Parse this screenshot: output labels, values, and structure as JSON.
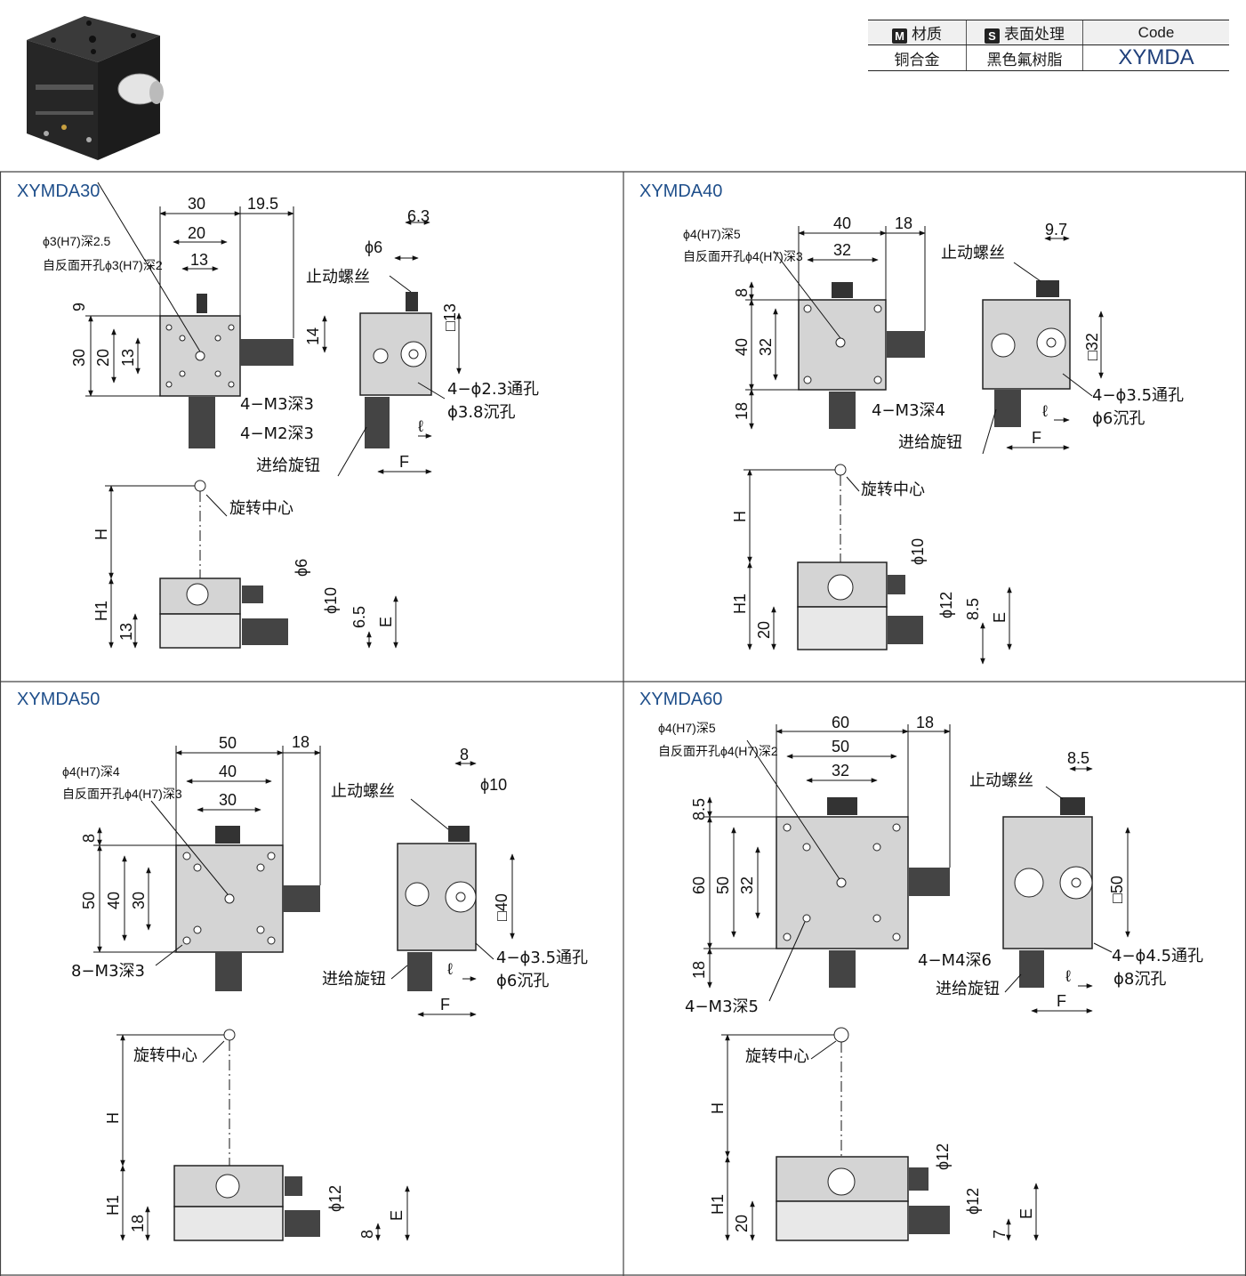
{
  "spec_table": {
    "material_header": "材质",
    "material_badge": "M",
    "surface_header": "表面处理",
    "surface_badge": "S",
    "code_header": "Code",
    "material_value": "铜合金",
    "surface_value": "黑色氟树脂",
    "code_value": "XYMDA"
  },
  "colors": {
    "title_blue": "#1f4f8b",
    "code_blue": "#1f3f7a",
    "body_gray": "#d4d4d4",
    "knob_dark": "#333333"
  },
  "panels": [
    {
      "title": "XYMDA30",
      "pin_note_1": "ϕ3(H7)深2.5",
      "pin_note_2": "自反面开孔ϕ3(H7)深2",
      "dims_top": [
        "30",
        "20",
        "13",
        "19.5"
      ],
      "dims_left": [
        "9",
        "30",
        "20",
        "13"
      ],
      "dim_knob": "14",
      "side_dims": [
        "6.3",
        "ϕ6",
        "□13"
      ],
      "stop_screw": "止动螺丝",
      "hole_note_1": "4−ϕ2.3通孔",
      "hole_note_2": "ϕ3.8沉孔",
      "tap_a": "4−M3深3",
      "tap_b": "4−M2深3",
      "feed_knob": "进给旋钮",
      "dim_l": "ℓ",
      "dim_f": "F",
      "rot_center": "旋转中心",
      "dim_h": "H",
      "dim_h1": "H1",
      "front_dims": [
        "13",
        "ϕ6",
        "ϕ10",
        "6.5",
        "E"
      ]
    },
    {
      "title": "XYMDA40",
      "pin_note_1": "ϕ4(H7)深5",
      "pin_note_2": "自反面开孔ϕ4(H7)深3",
      "dims_top": [
        "40",
        "32",
        "18"
      ],
      "dims_left": [
        "8",
        "40",
        "32",
        "18"
      ],
      "side_dims": [
        "9.7",
        "□32"
      ],
      "stop_screw": "止动螺丝",
      "hole_note_1": "4−ϕ3.5通孔",
      "hole_note_2": "ϕ6沉孔",
      "tap_a": "4−M3深4",
      "feed_knob": "进给旋钮",
      "dim_l": "ℓ",
      "dim_f": "F",
      "rot_center": "旋转中心",
      "dim_h": "H",
      "dim_h1": "H1",
      "front_dims": [
        "20",
        "ϕ10",
        "ϕ12",
        "8.5",
        "E"
      ]
    },
    {
      "title": "XYMDA50",
      "pin_note_1": "ϕ4(H7)深4",
      "pin_note_2": "自反面开孔ϕ4(H7)深3",
      "dims_top": [
        "50",
        "40",
        "30",
        "18"
      ],
      "dims_left": [
        "8",
        "50",
        "40",
        "30"
      ],
      "side_dims": [
        "8",
        "ϕ10",
        "□40"
      ],
      "stop_screw": "止动螺丝",
      "hole_note_1": "4−ϕ3.5通孔",
      "hole_note_2": "ϕ6沉孔",
      "tap_a": "8−M3深3",
      "feed_knob": "进给旋钮",
      "dim_l": "ℓ",
      "dim_f": "F",
      "rot_center": "旋转中心",
      "dim_h": "H",
      "dim_h1": "H1",
      "front_dims": [
        "18",
        "ϕ12",
        "8",
        "E"
      ]
    },
    {
      "title": "XYMDA60",
      "pin_note_1": "ϕ4(H7)深5",
      "pin_note_2": "自反面开孔ϕ4(H7)深2",
      "dims_top": [
        "60",
        "50",
        "32",
        "18"
      ],
      "dims_left": [
        "8.5",
        "60",
        "50",
        "32",
        "18"
      ],
      "side_dims": [
        "8.5",
        "□50"
      ],
      "stop_screw": "止动螺丝",
      "hole_note_1": "4−ϕ4.5通孔",
      "hole_note_2": "ϕ8沉孔",
      "tap_a": "4−M4深6",
      "tap_b": "4−M3深5",
      "feed_knob": "进给旋钮",
      "dim_l": "ℓ",
      "dim_f": "F",
      "rot_center": "旋转中心",
      "dim_h": "H",
      "dim_h1": "H1",
      "front_dims": [
        "20",
        "ϕ12",
        "ϕ12",
        "7",
        "E"
      ]
    }
  ]
}
